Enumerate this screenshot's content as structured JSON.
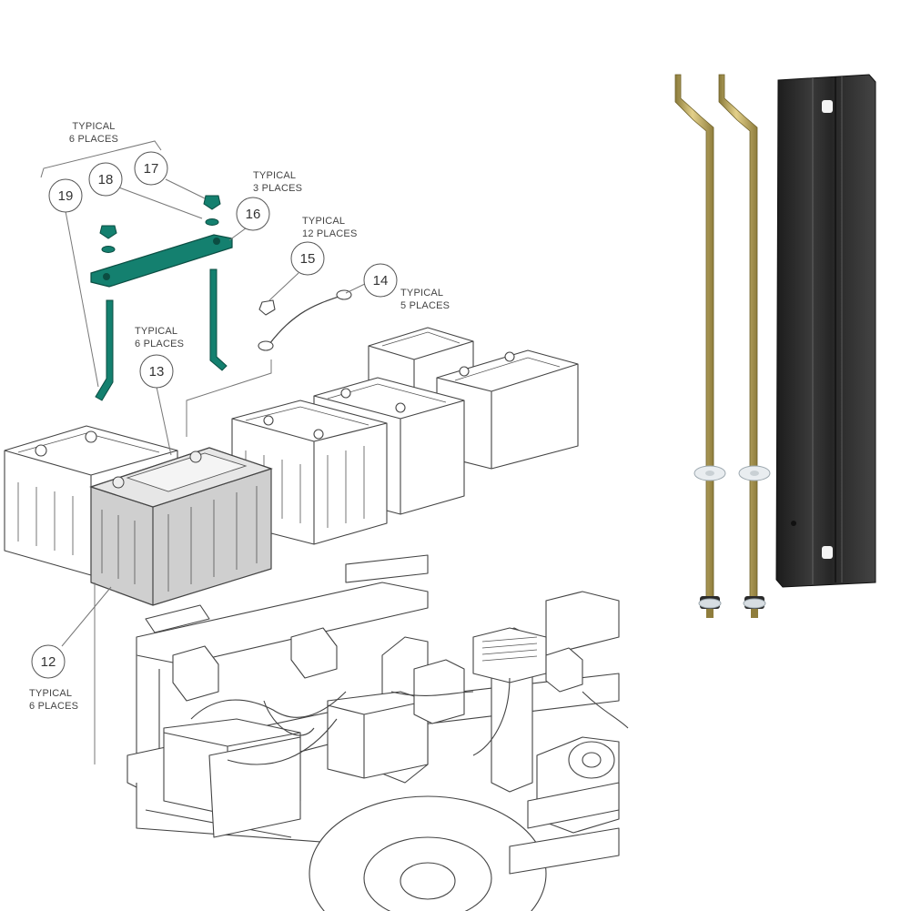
{
  "diagram": {
    "callouts": [
      {
        "id": "c19",
        "number": "19"
      },
      {
        "id": "c18",
        "number": "18"
      },
      {
        "id": "c17",
        "number": "17"
      },
      {
        "id": "c16",
        "number": "16"
      },
      {
        "id": "c15",
        "number": "15"
      },
      {
        "id": "c14",
        "number": "14"
      },
      {
        "id": "c13",
        "number": "13"
      },
      {
        "id": "c12",
        "number": "12"
      }
    ],
    "notes": {
      "n_top": [
        "TYPICAL",
        "6 PLACES"
      ],
      "n16": [
        "TYPICAL",
        "3 PLACES"
      ],
      "n15": [
        "TYPICAL",
        "12 PLACES"
      ],
      "n14": [
        "TYPICAL",
        "5 PLACES"
      ],
      "n13": [
        "TYPICAL",
        "6 PLACES"
      ],
      "n12": [
        "TYPICAL",
        "6 PLACES"
      ]
    },
    "colors": {
      "hold_down_highlight": "#14806f",
      "rod_gold": "#c7b063",
      "plate_black": "#2b2b2b",
      "line_art": "#444444",
      "battery_shaded": "#cfcfcf"
    }
  }
}
